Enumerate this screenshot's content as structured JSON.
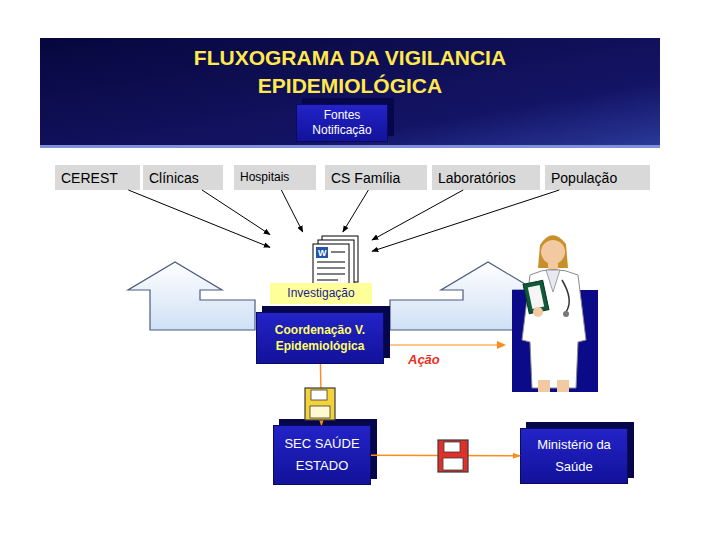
{
  "diagram": {
    "title": "FLUXOGRAMA DA VIGILANCIA EPIDEMIOLÓGICA",
    "nodes": [
      {
        "text": [
          "Fontes Notificação"
        ]
      },
      {
        "text": [
          "CEREST"
        ]
      },
      {
        "text": [
          "Clínicas"
        ]
      },
      {
        "text": [
          "Hospitais"
        ]
      },
      {
        "text": [
          "CS Família"
        ]
      },
      {
        "text": [
          "Laboratórios"
        ]
      },
      {
        "text": [
          "População"
        ]
      },
      {
        "text": [
          "Investigação"
        ]
      },
      {
        "text": [
          "Coordenação V. Epidemiológica"
        ]
      },
      {
        "text": [
          "SEC SAÚDE ESTADO"
        ]
      },
      {
        "text": [
          "Ministério da Saúde"
        ]
      }
    ],
    "edges": [
      {
        "from": 1,
        "to": 7,
        "arrow": "to"
      },
      {
        "from": 2,
        "to": 7,
        "arrow": "to"
      },
      {
        "from": 3,
        "to": 7,
        "arrow": "to"
      },
      {
        "from": 4,
        "to": 7,
        "arrow": "to"
      },
      {
        "from": 5,
        "to": 7,
        "arrow": "to"
      },
      {
        "from": 6,
        "to": 7,
        "arrow": "to"
      },
      {
        "from": 8,
        "to": 9,
        "arrow": "to"
      },
      {
        "from": 9,
        "to": 10,
        "arrow": "to"
      }
    ],
    "labels": [
      "W",
      "Ação"
    ]
  }
}
